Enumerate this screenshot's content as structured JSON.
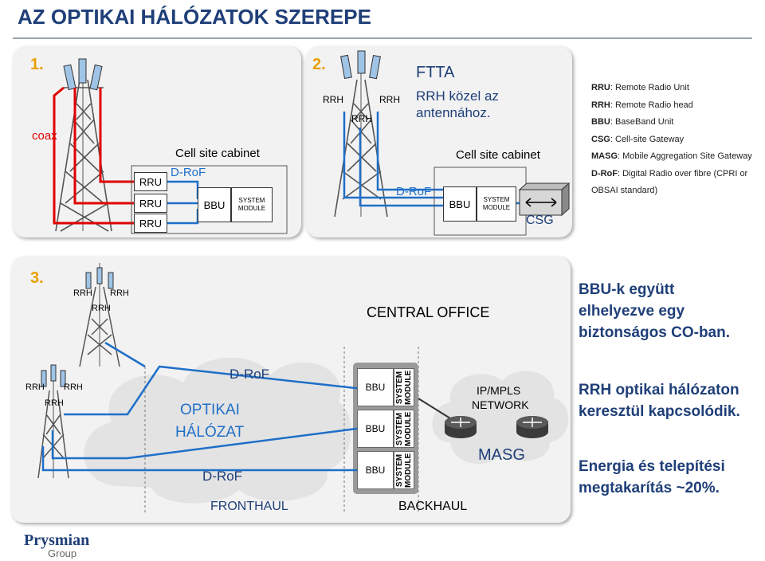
{
  "title": "AZ OPTIKAI HÁLÓZATOK SZEREPE",
  "section1": {
    "number": "1.",
    "coax": "coax",
    "cabinet_label": "Cell site cabinet",
    "rru_labels": [
      "RRU",
      "RRU",
      "RRU"
    ],
    "droF": "D-RoF",
    "bbu": "BBU",
    "system_module": "SYSTEM MODULE"
  },
  "section2": {
    "number": "2.",
    "rrh_labels": [
      "RRH",
      "RRH",
      "RRH"
    ],
    "ftta_title": "FTTA",
    "ftta_desc": "RRH közel az antennához.",
    "droF": "D-RoF",
    "cabinet_label": "Cell site cabinet",
    "bbu": "BBU",
    "system_module": "SYSTEM MODULE",
    "csg": "CSG"
  },
  "legend": [
    {
      "term": "RRU",
      "desc": ": Remote Radio Unit"
    },
    {
      "term": "RRH",
      "desc": ": Remote Radio head"
    },
    {
      "term": "BBU",
      "desc": ": BaseBand Unit"
    },
    {
      "term": "CSG",
      "desc": ": Cell-site Gateway"
    },
    {
      "term": "MASG",
      "desc": ": Mobile Aggregation Site Gateway"
    },
    {
      "term": "D-RoF",
      "desc": ": Digital Radio over fibre (CPRI or OBSAI standard)"
    }
  ],
  "section3": {
    "number": "3.",
    "rrh_top": [
      "RRH",
      "RRH",
      "RRH"
    ],
    "rrh_bottom": [
      "RRH",
      "RRH",
      "RRH"
    ],
    "central_office": "CENTRAL OFFICE",
    "optikai": "OPTIKAI HÁLÓZAT",
    "optikai_line1": "OPTIKAI",
    "optikai_line2": "HÁLÓZAT",
    "droF_top": "D-RoF",
    "droF_bottom": "D-RoF",
    "fronthaul": "FRONTHAUL",
    "backhaul": "BACKHAUL",
    "bbu": [
      "BBU",
      "BBU",
      "BBU"
    ],
    "system_module": "SYSTEM MODULE",
    "ipmpls_line1": "IP/MPLS",
    "ipmpls_line2": "NETWORK",
    "masg": "MASG",
    "text1_line1": "BBU-k együtt",
    "text1_line2": "elhelyezve egy",
    "text1_line3": "biztonságos CO-ban.",
    "text2_line1": "RRH optikai hálózaton",
    "text2_line2": "keresztül kapcsolódik.",
    "text3_line1": "Energia és telepítési",
    "text3_line2": "megtakarítás ~20%."
  },
  "logo": {
    "line1": "Prysmian",
    "line2": "Group"
  },
  "colors": {
    "title": "#1f3f78",
    "red": "#e00000",
    "blue": "#1f6fc8",
    "orange": "#e8a000"
  }
}
